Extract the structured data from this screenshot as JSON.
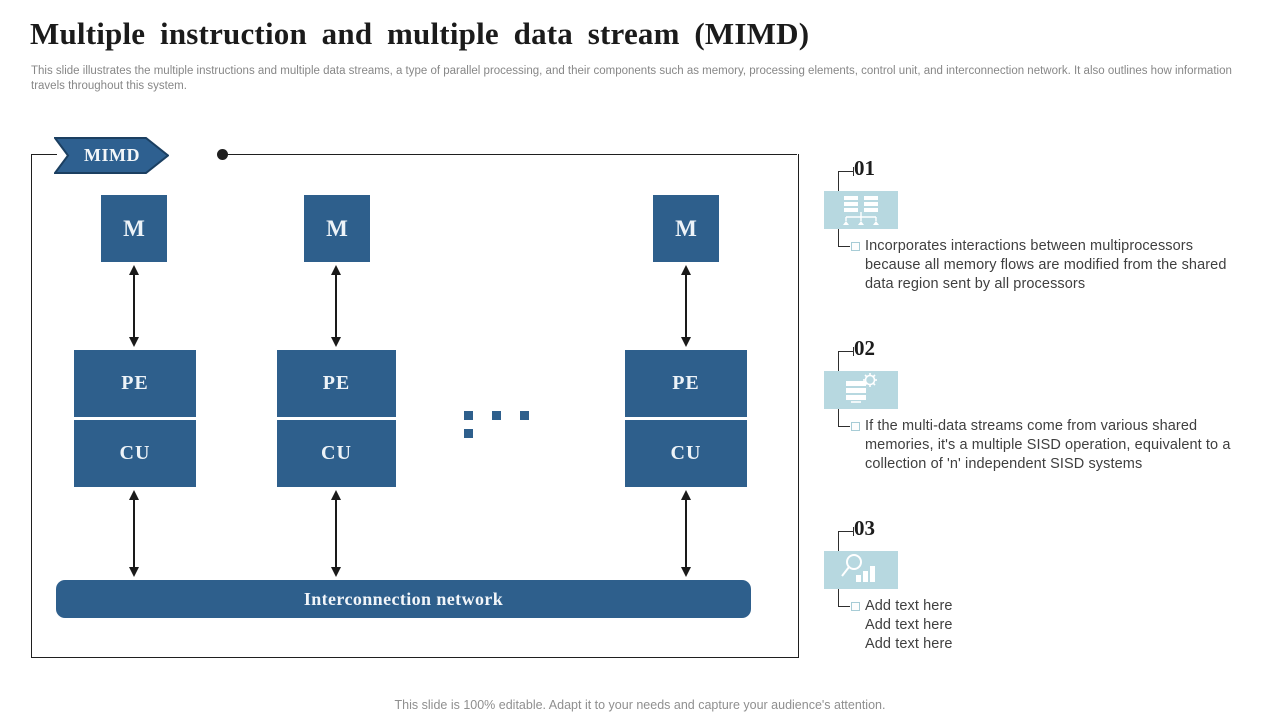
{
  "slide": {
    "title": "Multiple instruction and multiple data stream (MIMD)",
    "subtitle": "This slide illustrates the multiple instructions and multiple data streams, a type of parallel processing, and their components such as memory, processing elements, control unit, and interconnection network. It also outlines how information travels throughout this system.",
    "footer": "This slide is 100% editable. Adapt it to your needs and capture your audience's attention."
  },
  "diagram": {
    "banner_label": "MIMD",
    "columns": [
      {
        "memory": "M",
        "processing_element": "PE",
        "control_unit": "CU"
      },
      {
        "memory": "M",
        "processing_element": "PE",
        "control_unit": "CU"
      },
      {
        "memory": "M",
        "processing_element": "PE",
        "control_unit": "CU"
      }
    ],
    "ellipsis": ". . . .",
    "bus_label": "Interconnection network"
  },
  "panel": {
    "items": [
      {
        "number": "01",
        "icon": "multiprocessor-network-icon",
        "text": "Incorporates interactions between multiprocessors because all memory flows are modified from the shared data region sent by all processors"
      },
      {
        "number": "02",
        "icon": "shared-memory-gear-icon",
        "text": "If the multi-data streams come from various shared memories, it's a multiple SISD operation, equivalent to a collection of 'n' independent SISD systems"
      },
      {
        "number": "03",
        "icon": "search-analytics-icon",
        "lines": [
          "Add text here",
          "Add text here",
          "Add text here"
        ]
      }
    ]
  },
  "colors": {
    "primary_blue": "#2e5f8c",
    "banner_border": "#1b3f61",
    "icon_background": "#b7d8e0",
    "box_text": "#edf3f8",
    "body_text": "#3f3f3f",
    "muted_text": "#878787",
    "frame_line": "#1f1f1f",
    "bullet_border": "#a7ccd6"
  }
}
